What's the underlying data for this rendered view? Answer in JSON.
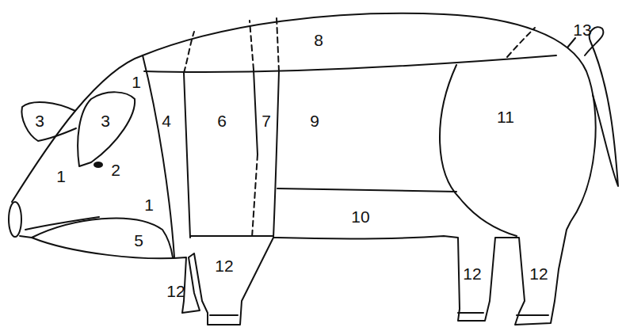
{
  "diagram": {
    "labels": [
      "13",
      "8",
      "1",
      "3",
      "3",
      "4",
      "6",
      "7",
      "9",
      "11",
      "2",
      "1",
      "1",
      "10",
      "5",
      "12",
      "12",
      "12",
      "12"
    ]
  }
}
